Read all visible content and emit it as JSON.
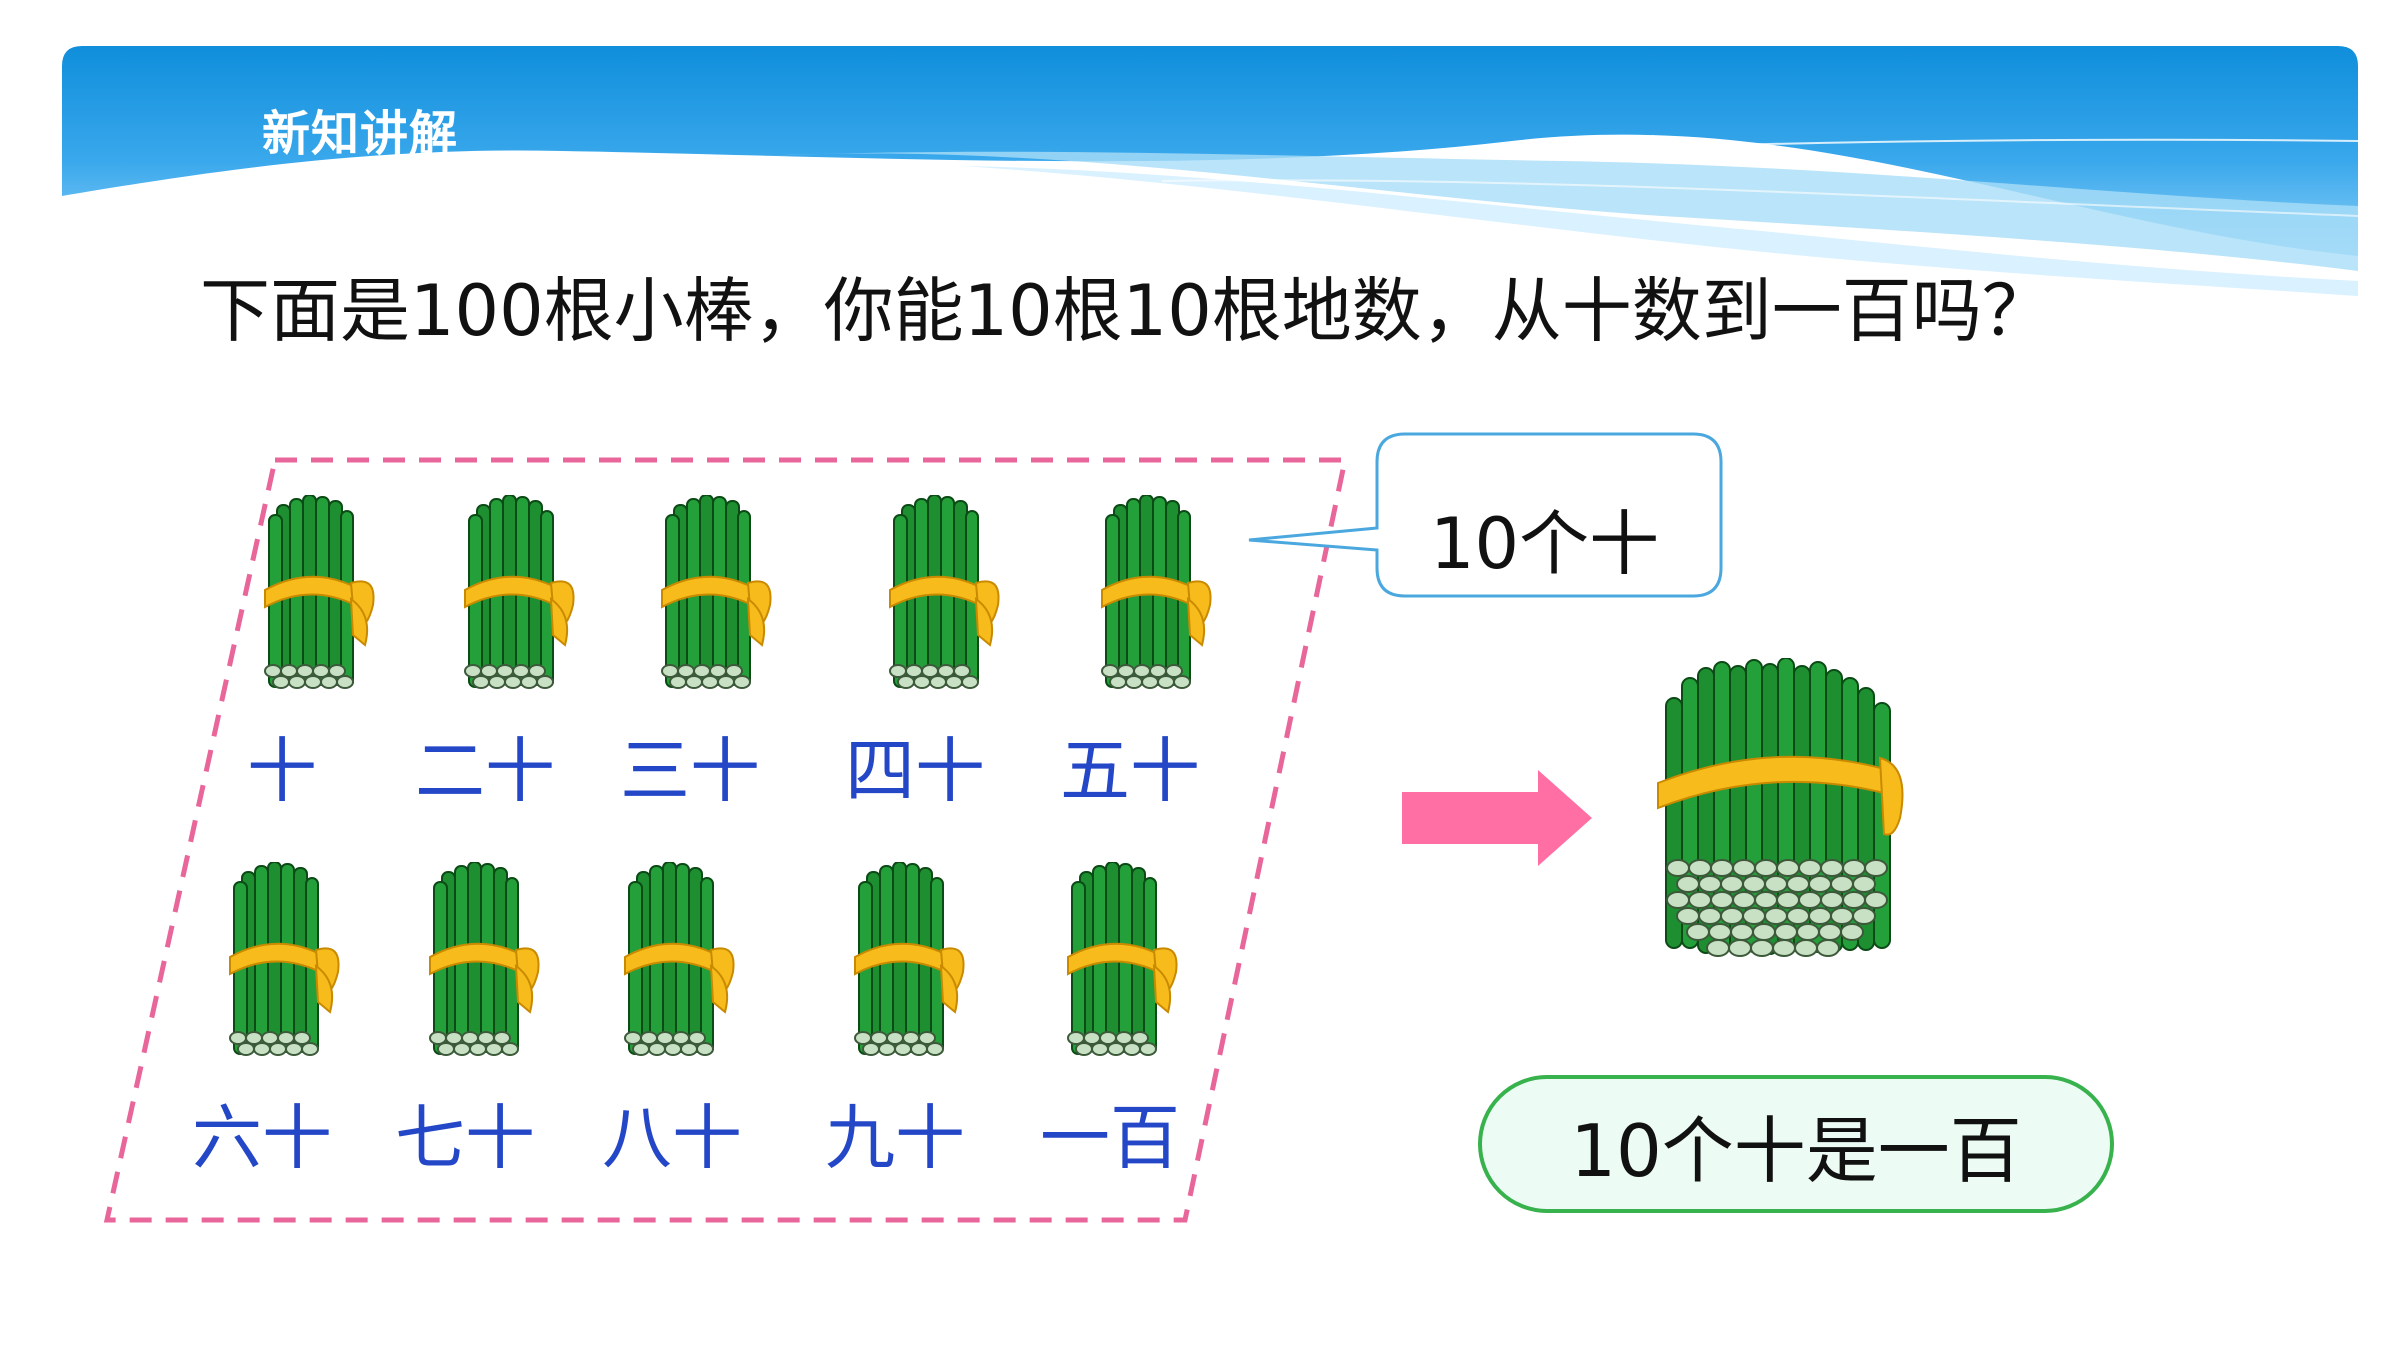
{
  "header": {
    "title": "新知讲解"
  },
  "question": "下面是100根小棒，你能10根10根地数，从十数到一百吗？",
  "bundle_labels": [
    "十",
    "二十",
    "三十",
    "四十",
    "五十",
    "六十",
    "七十",
    "八十",
    "九十",
    "一百"
  ],
  "bubble_text": "10个十",
  "result_text": "10个十是一百",
  "colors": {
    "header_blue": "#1590de",
    "label_blue": "#2447c8",
    "dash_pink": "#e8669a",
    "arrow_pink": "#ff6fa3",
    "bubble_border": "#4aa8de",
    "result_border": "#37b24d",
    "stick_green": "#1a8e2e",
    "ribbon_yellow": "#f7bc1b"
  },
  "icons": [
    "bundle-of-ten-sticks-icon",
    "bundle-of-hundred-sticks-icon",
    "right-arrow-icon"
  ]
}
